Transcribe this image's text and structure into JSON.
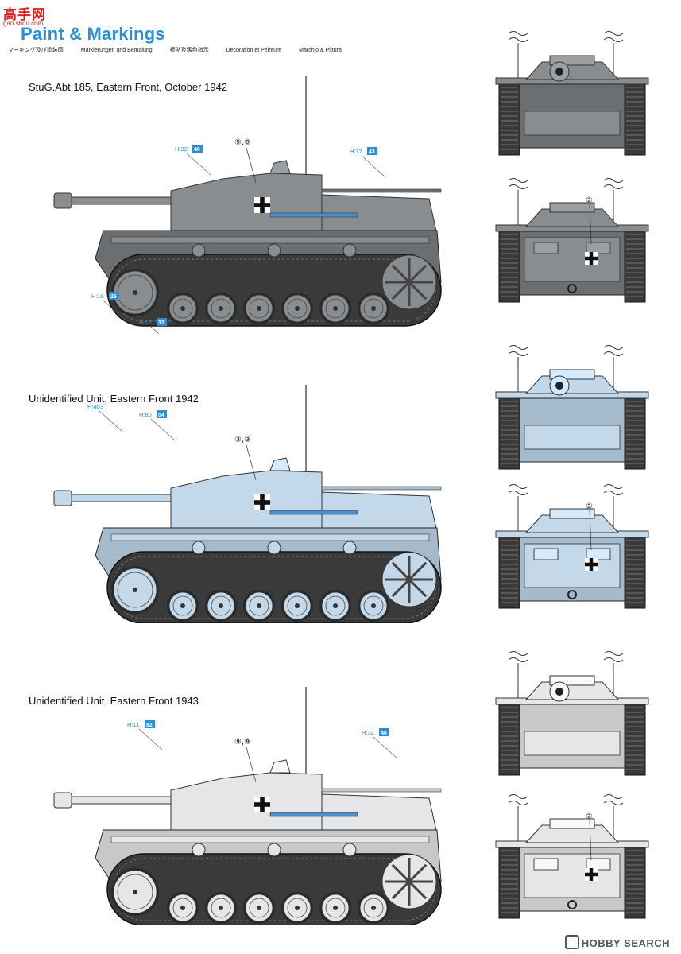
{
  "logo": {
    "cn": "高手网",
    "url": "gao.shou.com"
  },
  "header": {
    "title": "Paint & Markings",
    "subtitles": [
      "マーキング及び塗装図",
      "Markierungen und Bemalung",
      "標貼及舊色指示",
      "Decoration et Peinture",
      "Marchio & Pittura"
    ]
  },
  "schemes": [
    {
      "title": "StuG.Abt.185, Eastern Front, October 1942",
      "color": "#8a8d90",
      "callouts": [
        {
          "h": "H",
          "a": "32",
          "b": "40"
        },
        {
          "h": "H",
          "a": "37",
          "b": "43"
        },
        {
          "h": "H",
          "a": "18",
          "b": "26"
        },
        {
          "h": "H",
          "a": "12",
          "b": "33"
        }
      ],
      "marking_side": "⑨,⑨",
      "marking_rear": "②"
    },
    {
      "title": "Unidentified Unit, Eastern Front 1942",
      "color": "#c3d9ea",
      "callouts": [
        {
          "h": "H",
          "a": "403",
          "b": ""
        },
        {
          "h": "H",
          "a": "80",
          "b": "54"
        }
      ],
      "marking_side": "③,③",
      "marking_rear": "②"
    },
    {
      "title": "Unidentified Unit, Eastern Front 1943",
      "color": "#e4e6e8",
      "callouts": [
        {
          "h": "H",
          "a": "11",
          "b": "82"
        },
        {
          "h": "H",
          "a": "32",
          "b": "40"
        }
      ],
      "marking_side": "⑨,⑨",
      "marking_rear": "②"
    }
  ],
  "watermark": "HOBBY SEARCH"
}
